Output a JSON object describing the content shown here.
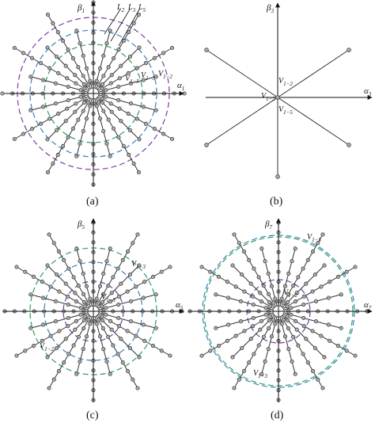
{
  "panels": {
    "a": {
      "caption": "(a)",
      "x_axis": {
        "symbol": "α",
        "sub": "1"
      },
      "y_axis": {
        "symbol": "β",
        "sub": "1"
      },
      "spokes": 24,
      "nodes_per_spoke": [
        9,
        5
      ],
      "circles": [
        {
          "name": "L",
          "sub": "2",
          "color": "#2ca05a"
        },
        {
          "name": "L",
          "sub": "3",
          "color": "#3a7fbf"
        },
        {
          "name": "L",
          "sub": "5",
          "color": "#7a3f9f"
        }
      ],
      "vector_labels": [
        {
          "text": "V",
          "sub": "1−2"
        },
        {
          "text": "V",
          "sub": "1−3"
        },
        {
          "text": "V",
          "sub": "1−5"
        }
      ]
    },
    "b": {
      "caption": "(b)",
      "x_axis": {
        "symbol": "α",
        "sub": "3"
      },
      "y_axis": {
        "symbol": "β",
        "sub": "3"
      },
      "vector_labels": [
        {
          "text": "V",
          "sub": "1−2"
        },
        {
          "text": "V",
          "sub": "1−3"
        },
        {
          "text": "V",
          "sub": "1−5"
        }
      ]
    },
    "c": {
      "caption": "(c)",
      "x_axis": {
        "symbol": "α",
        "sub": "5"
      },
      "y_axis": {
        "symbol": "β",
        "sub": "5"
      },
      "vector_labels": [
        {
          "text": "V",
          "sub": "1−3"
        },
        {
          "text": "V",
          "sub": "1−5"
        },
        {
          "text": "V",
          "sub": "1−2"
        }
      ]
    },
    "d": {
      "caption": "(d)",
      "x_axis": {
        "symbol": "α",
        "sub": "7"
      },
      "y_axis": {
        "symbol": "β",
        "sub": "7"
      },
      "vector_labels": [
        {
          "text": "V",
          "sub": "1−5"
        },
        {
          "text": "V",
          "sub": "1−2"
        },
        {
          "text": "V",
          "sub": "1−3"
        }
      ]
    }
  },
  "colors": {
    "line": "#333333",
    "node_fill": "#aaaaaa",
    "green": "#2ca05a",
    "blue": "#3a7fbf",
    "purple": "#7a3f9f"
  }
}
